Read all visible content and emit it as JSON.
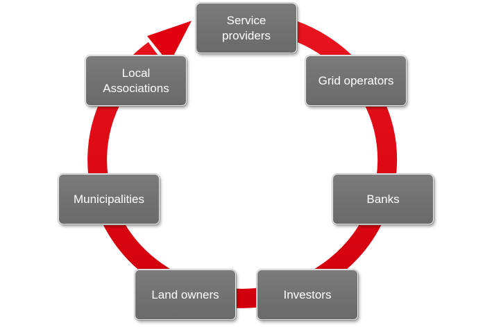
{
  "diagram": {
    "type": "cycle",
    "ring_color": "#e00010",
    "node_color": "#717171",
    "node_text_color": "#ffffff",
    "nodes": [
      {
        "id": "service-providers",
        "label": "Service\nproviders"
      },
      {
        "id": "grid-operators",
        "label": "Grid operators"
      },
      {
        "id": "banks",
        "label": "Banks"
      },
      {
        "id": "investors",
        "label": "Investors"
      },
      {
        "id": "land-owners",
        "label": "Land owners"
      },
      {
        "id": "municipalities",
        "label": "Municipalities"
      },
      {
        "id": "local-associations",
        "label": "Local\nAssociations"
      }
    ]
  }
}
